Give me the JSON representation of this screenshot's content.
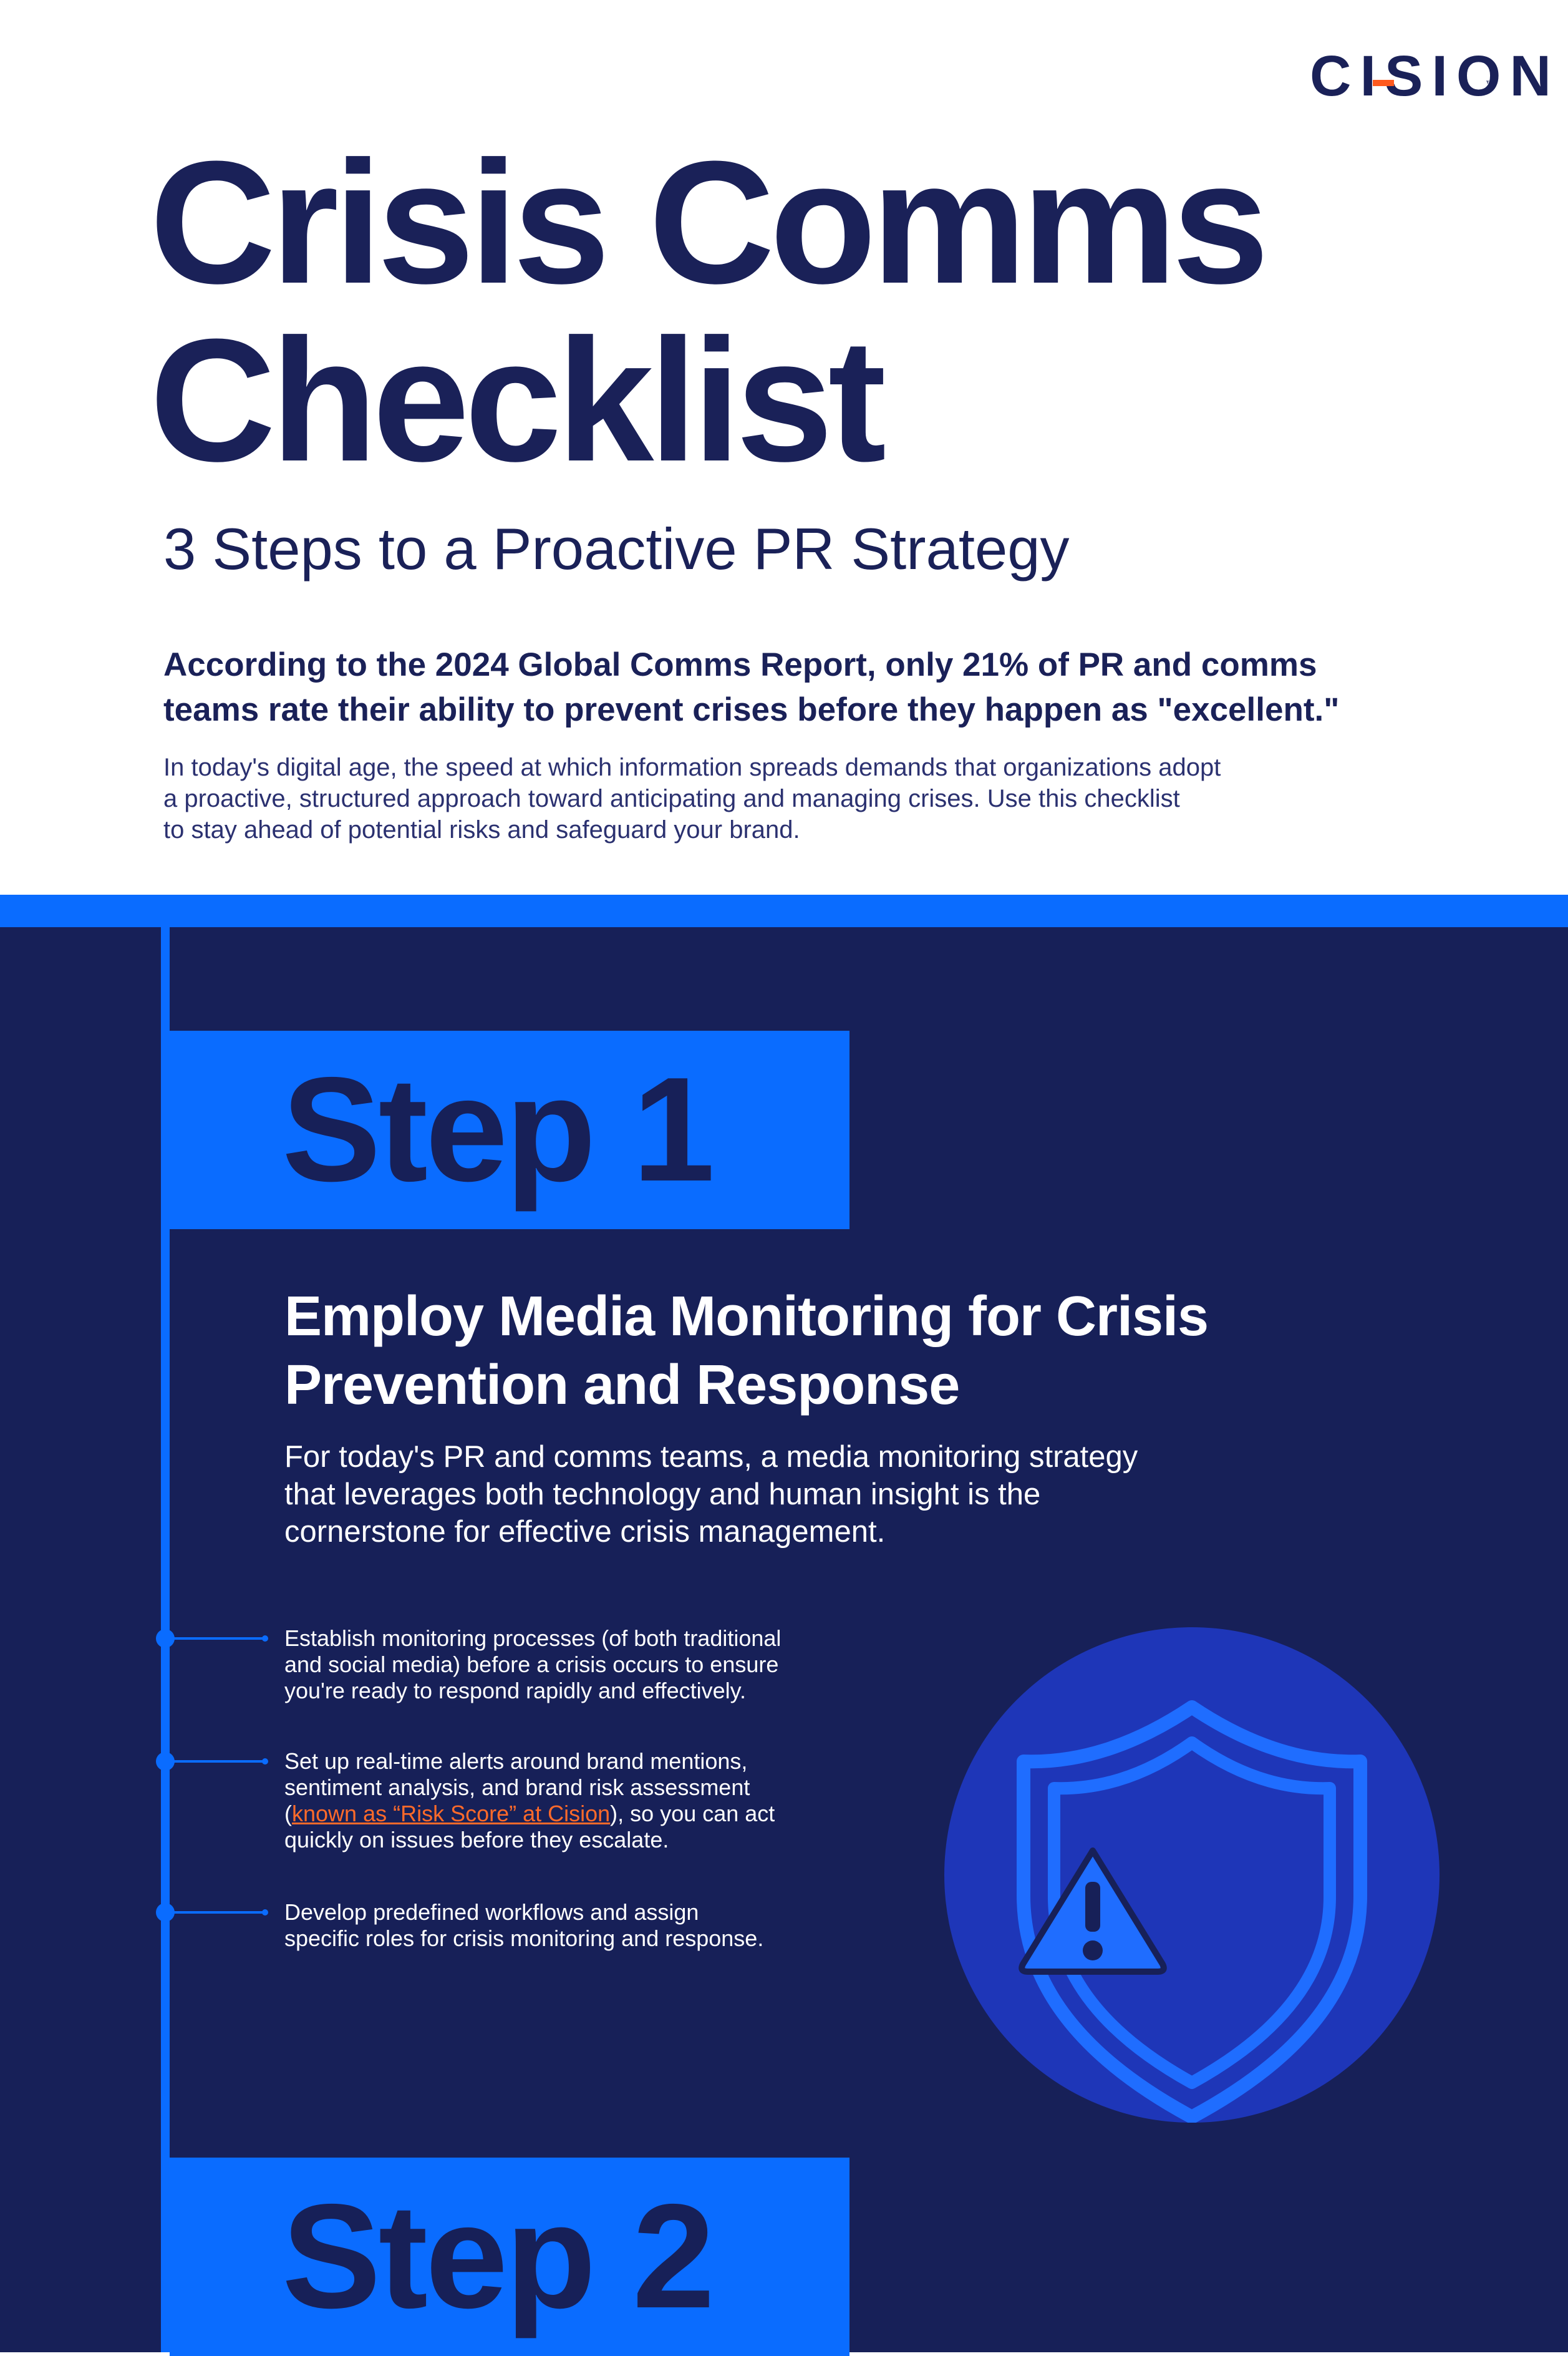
{
  "brand": {
    "logo_text": "CISION",
    "logo_mark": "™",
    "accent_color": "#ff5a1f"
  },
  "header": {
    "title_line1": "Crisis Comms",
    "title_line2": "Checklist",
    "subtitle": "3 Steps to a Proactive PR Strategy",
    "lead_line1": "According to the 2024 Global Comms Report, only 21% of PR and comms",
    "lead_line2": "teams rate their ability to prevent crises before they happen as \"excellent.\"",
    "intro_line1": "In today's digital age, the speed at which information spreads demands that organizations adopt",
    "intro_line2": "a proactive, structured approach toward anticipating and managing crises. Use this checklist",
    "intro_line3": "to stay ahead of potential risks and safeguard your brand."
  },
  "step1": {
    "label": "Step 1",
    "heading_line1": "Employ Media Monitoring for Crisis",
    "heading_line2": "Prevention and Response",
    "desc_line1": "For today's PR and comms teams, a media monitoring strategy",
    "desc_line2": "that leverages both technology and human insight is the",
    "desc_line3": "cornerstone for effective crisis management.",
    "bullets": [
      {
        "line1": "Establish monitoring processes (of both traditional",
        "line2": "and social media) before a crisis occurs to ensure",
        "line3": "you're ready to respond rapidly and effectively."
      },
      {
        "line1": "Set up real-time alerts around brand mentions,",
        "line2": "sentiment analysis, and brand risk assessment",
        "line3_open": "(",
        "line3_link": "known as “Risk Score” at Cision",
        "line3_rest": "), so you can act",
        "line4": "quickly on issues before they escalate."
      },
      {
        "line1": "Develop predefined workflows and assign",
        "line2": "specific roles for crisis monitoring and response."
      }
    ],
    "illustration_icon": "shield-warning-icon"
  },
  "step2": {
    "label": "Step 2"
  },
  "colors": {
    "navy": "#1a2158",
    "dark_bg": "#172058",
    "bright_blue": "#0a6cff",
    "circle_blue": "#1e36b8",
    "link_orange": "#ff6a2a"
  }
}
